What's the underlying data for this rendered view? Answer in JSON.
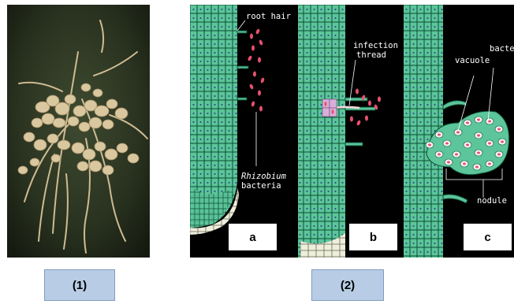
{
  "figure_labels": {
    "left": "(1)",
    "right": "(2)"
  },
  "panels": {
    "a": "a",
    "b": "b",
    "c": "c"
  },
  "annotations": {
    "root_hair": "root hair",
    "rhizobium": "Rhizobium",
    "bacteria": "bacteria",
    "infection": "infection",
    "thread": "thread",
    "bacteroid": "bacteroi",
    "vacuole": "vacuole",
    "nodule": "nodule"
  },
  "colors": {
    "cell_fill": "#5cc59a",
    "cell_border": "#0b4d34",
    "background": "#000000",
    "bacteria": "#e8506e",
    "label_box": "#b8cde5"
  }
}
